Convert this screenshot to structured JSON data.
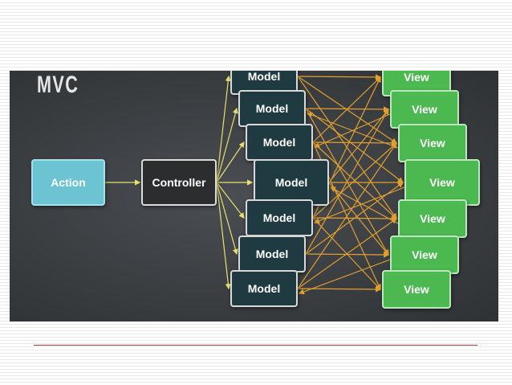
{
  "diagram": {
    "title": "MVC",
    "action_label": "Action",
    "controller_label": "Controller",
    "model_label": "Model",
    "view_label": "View",
    "models": [
      "Model",
      "Model",
      "Model",
      "Model",
      "Model",
      "Model",
      "Model"
    ],
    "views": [
      "View",
      "View",
      "View",
      "View",
      "View",
      "View",
      "View"
    ]
  },
  "colors": {
    "action": "#6cc4d3",
    "controller": "#2b2d2f",
    "model": "#1f3a40",
    "view": "#4cb850",
    "arrow": "#e0a030",
    "rule": "#b33b3b"
  }
}
